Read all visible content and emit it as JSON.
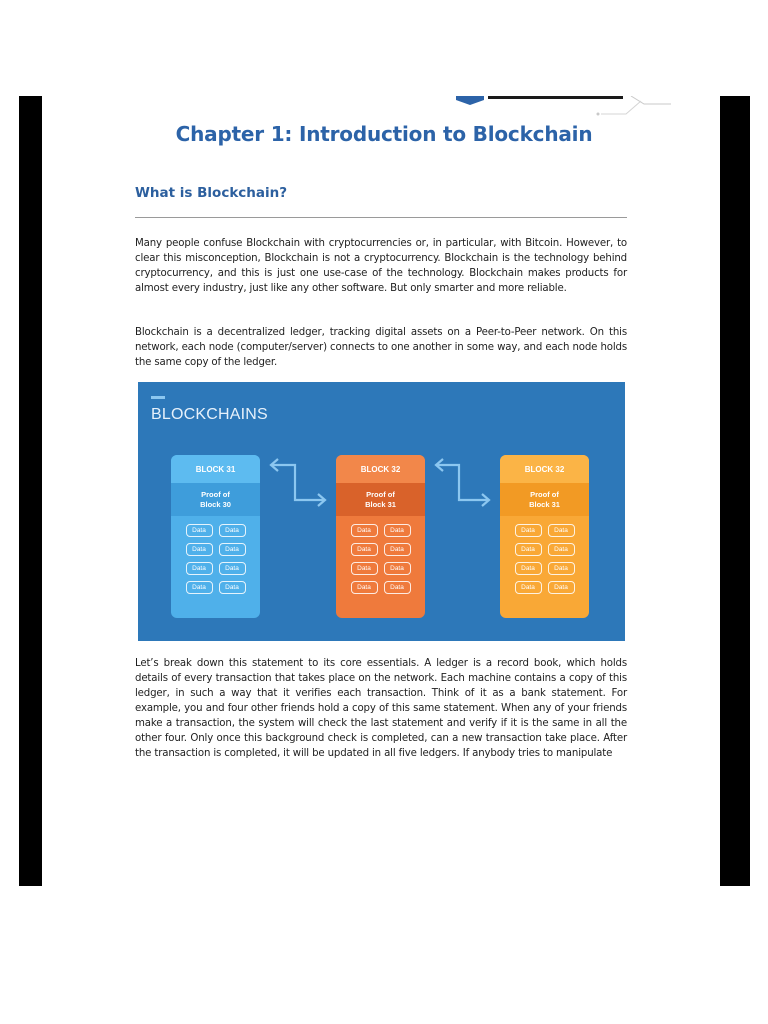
{
  "header": {
    "chapter_title": "Chapter 1: Introduction to Blockchain",
    "section_title": "What is Blockchain?"
  },
  "paragraphs": {
    "p1": "Many people confuse Blockchain with cryptocurrencies or, in particular, with Bitcoin. However, to clear this misconception, Blockchain is not a cryptocurrency. Blockchain is the technology behind cryptocurrency, and this is just one use-case of the technology. Blockchain makes products for almost every industry, just like any other software. But only smarter and more reliable.",
    "p2": "Blockchain is a decentralized ledger, tracking digital assets on a Peer-to-Peer network. On this network, each node (computer/server) connects to one another in some way, and each node holds the same copy of the ledger.",
    "p3": "Let’s break down this statement to its core essentials. A ledger is a record book, which holds details of every transaction that takes place on the network. Each machine contains a copy of this ledger, in such a way that it verifies each transaction. Think of it as a bank statement. For example, you and four other friends hold a copy of this same statement. When any of your friends make a transaction, the system will check the last statement and verify if it is the same in all the other four. Only once this background check is completed, can a new transaction take place. After the transaction is completed, it will be updated in all five ledgers. If anybody tries to manipulate"
  },
  "figure": {
    "title": "BLOCKCHAINS",
    "background_color": "#2d78b9",
    "blocks": [
      {
        "label": "BLOCK 31",
        "proof_line1": "Proof of",
        "proof_line2": "Block 30",
        "color": "#4fb0ea",
        "data": [
          "Data",
          "Data",
          "Data",
          "Data",
          "Data",
          "Data",
          "Data",
          "Data"
        ]
      },
      {
        "label": "BLOCK 32",
        "proof_line1": "Proof of",
        "proof_line2": "Block 31",
        "color": "#ef7a3c",
        "data": [
          "Data",
          "Data",
          "Data",
          "Data",
          "Data",
          "Data",
          "Data",
          "Data"
        ]
      },
      {
        "label": "BLOCK 32",
        "proof_line1": "Proof of",
        "proof_line2": "Block 31",
        "color": "#f9a836",
        "data": [
          "Data",
          "Data",
          "Data",
          "Data",
          "Data",
          "Data",
          "Data",
          "Data"
        ]
      }
    ],
    "arrow_color": "#8cc7f0"
  }
}
